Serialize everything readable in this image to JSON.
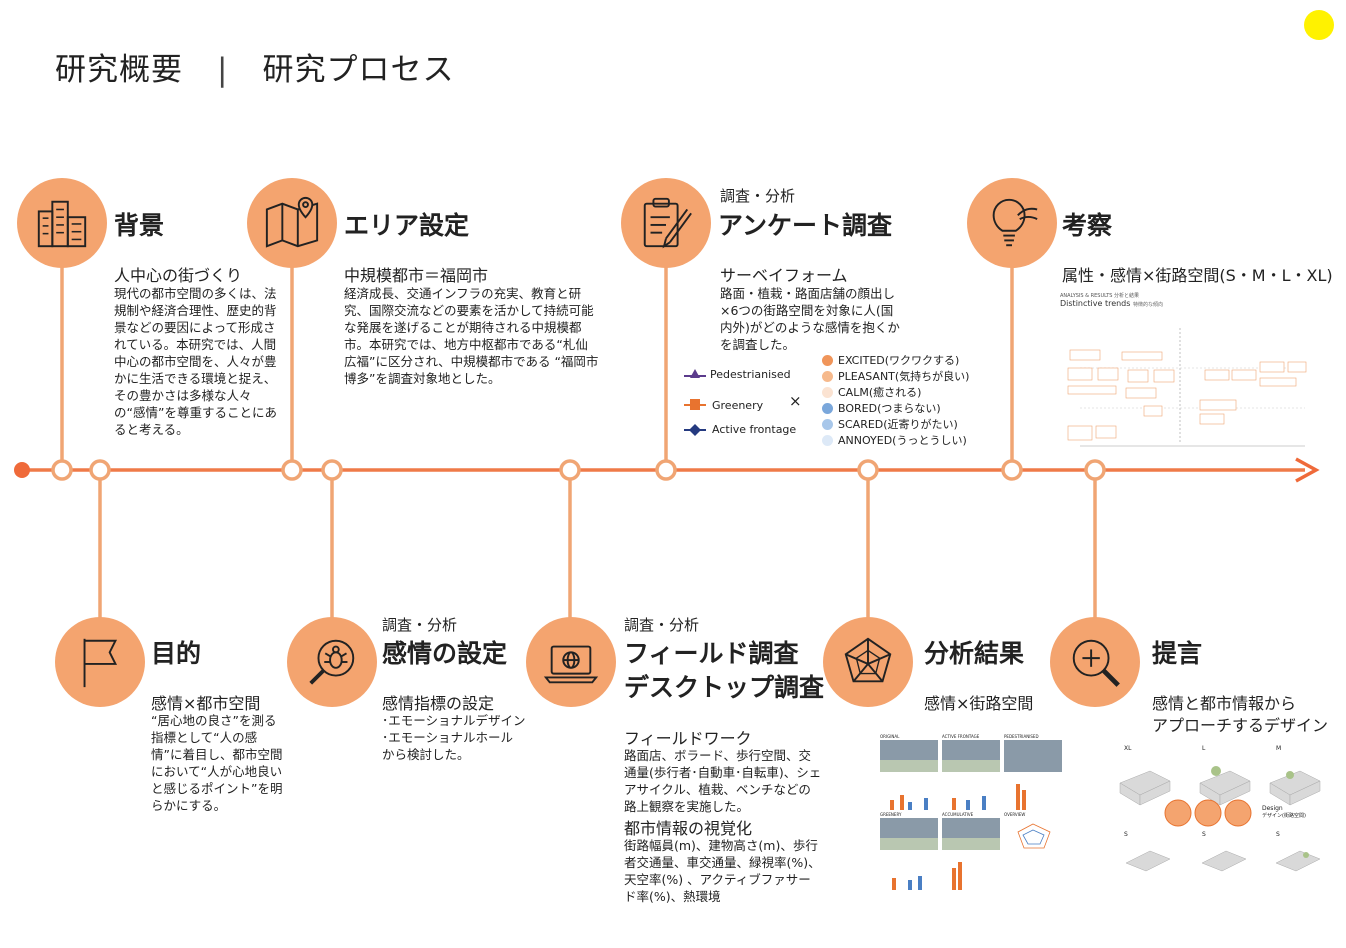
{
  "header": {
    "left": "研究概要",
    "sep": "|",
    "right": "研究プロセス"
  },
  "colors": {
    "accent": "#f4a46f",
    "line": "#f0a574",
    "arrow": "#ef6a3a"
  },
  "steps": {
    "background": {
      "heading": "背景",
      "sub": "人中心の街づくり",
      "body": "現代の都市空間の多くは、法規制や経済合理性、歴史的背景などの要因によって形成されている。本研究では、人間中心の都市空間を、人々が豊かに生活できる環境と捉え、その豊かさは多様な人々の“感情”を尊重することにあると考える。",
      "icon": "city-buildings-icon"
    },
    "area": {
      "heading": "エリア設定",
      "sub": "中規模都市＝福岡市",
      "body": "経済成長、交通インフラの充実、教育と研究、国際交流などの要素を活かして持続可能な発展を遂げることが期待される中規模都市。本研究では、地方中枢都市である“札仙広福”に区分され、中規模都市である “福岡市博多”を調査対象地とした。",
      "icon": "map-pin-icon"
    },
    "survey": {
      "pre": "調査・分析",
      "heading": "アンケート調査",
      "sub": "サーベイフォーム",
      "body": "路面・植栽・路面店舗の顔出し×6つの街路空間を対象に人(国内外)がどのような感情を抱くかを調査した。",
      "legend": [
        "Pedestrianised",
        "Greenery",
        "Active frontage"
      ],
      "times": "×",
      "emotions": [
        {
          "label": "EXCITED(ワクワクする)",
          "color": "#f0955a"
        },
        {
          "label": "PLEASANT(気持ちが良い)",
          "color": "#f6b98c"
        },
        {
          "label": "CALM(癒される)",
          "color": "#fbe3d2"
        },
        {
          "label": "BORED(つまらない)",
          "color": "#7aa7db"
        },
        {
          "label": "SCARED(近寄りがたい)",
          "color": "#a8c7ea"
        },
        {
          "label": "ANNOYED(うっとうしい)",
          "color": "#dde9f7"
        }
      ],
      "icon": "clipboard-pen-icon"
    },
    "discussion": {
      "heading": "考察",
      "sub": "属性・感情×街路空間(S・M・L・XL)",
      "chart_caption": "ANALYSIS & RESULTS 分析と結果",
      "chart_title": "Distinctive trends",
      "chart_title_jp": "特徴的な傾向",
      "icon": "lightbulb-icon"
    },
    "purpose": {
      "heading": "目的",
      "sub": "感情×都市空間",
      "body": "“居心地の良さ”を測る指標として“人の感情”に着目し、都市空間において“人が心地良いと感じるポイント”を明らかにする。",
      "icon": "flag-icon"
    },
    "emotion_setting": {
      "pre": "調査・分析",
      "heading": "感情の設定",
      "sub": "感情指標の設定",
      "body_lines": [
        "･エモーショナルデザイン",
        "･エモーショナルホール",
        "から検討した。"
      ],
      "icon": "magnifier-bug-icon"
    },
    "field": {
      "pre": "調査・分析",
      "heading1": "フィールド調査",
      "heading2": "デスクトップ調査",
      "sub1": "フィールドワーク",
      "body1": "路面店、ボラード、歩行空間、交通量(歩行者･自動車･自転車)、シェアサイクル、植栽、ベンチなどの路上観察を実施した。",
      "sub2": "都市情報の視覚化",
      "body2": "街路幅員(m)、建物高さ(m)、歩行者交通量、車交通量、緑視率(%)、天空率(%) 、アクティブファサード率(%)、熱環境",
      "icon": "laptop-globe-icon"
    },
    "analysis": {
      "heading": "分析結果",
      "sub": "感情×街路空間",
      "panel_labels": [
        "ORIGINAL",
        "ACTIVE FRONTAGE",
        "PEDESTRIANISED",
        "GREENERY",
        "ACCUMULATIVE",
        "OVERVIEW"
      ],
      "icon": "radar-chart-icon"
    },
    "proposal": {
      "heading": "提言",
      "sub_lines": [
        "感情と都市情報から",
        "アプローチするデザイン"
      ],
      "labels": [
        "XL",
        "L",
        "M",
        "S",
        "S",
        "S"
      ],
      "design": "Design",
      "design_jp": "デザイン(街路空間)",
      "icon": "zoom-plus-icon"
    }
  }
}
